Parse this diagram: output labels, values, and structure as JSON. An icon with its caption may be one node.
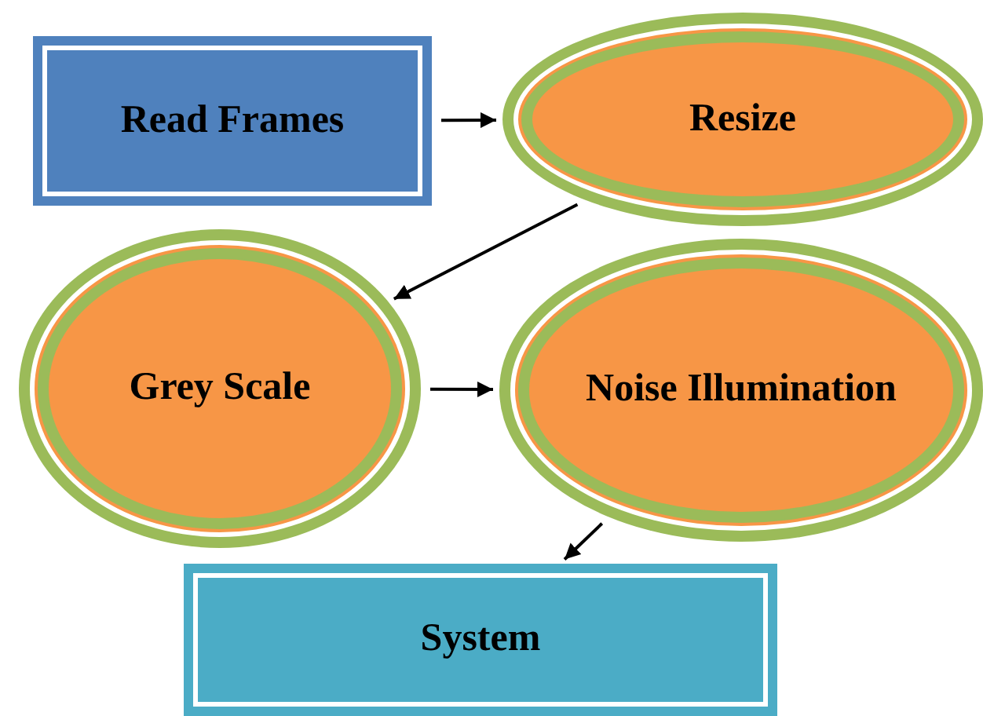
{
  "diagram": {
    "nodes": [
      {
        "text": [
          "Read Frames"
        ]
      },
      {
        "text": [
          "Resize"
        ]
      },
      {
        "text": [
          "Grey Scale"
        ]
      },
      {
        "text": [
          "Noise Illumination"
        ]
      },
      {
        "text": [
          "System"
        ]
      }
    ],
    "edges": [
      {
        "from": 0,
        "to": 1,
        "arrow": "to"
      },
      {
        "from": 1,
        "to": 2,
        "arrow": "to"
      },
      {
        "from": 2,
        "to": 3,
        "arrow": "to"
      },
      {
        "from": 3,
        "to": 4,
        "arrow": "to"
      }
    ]
  }
}
